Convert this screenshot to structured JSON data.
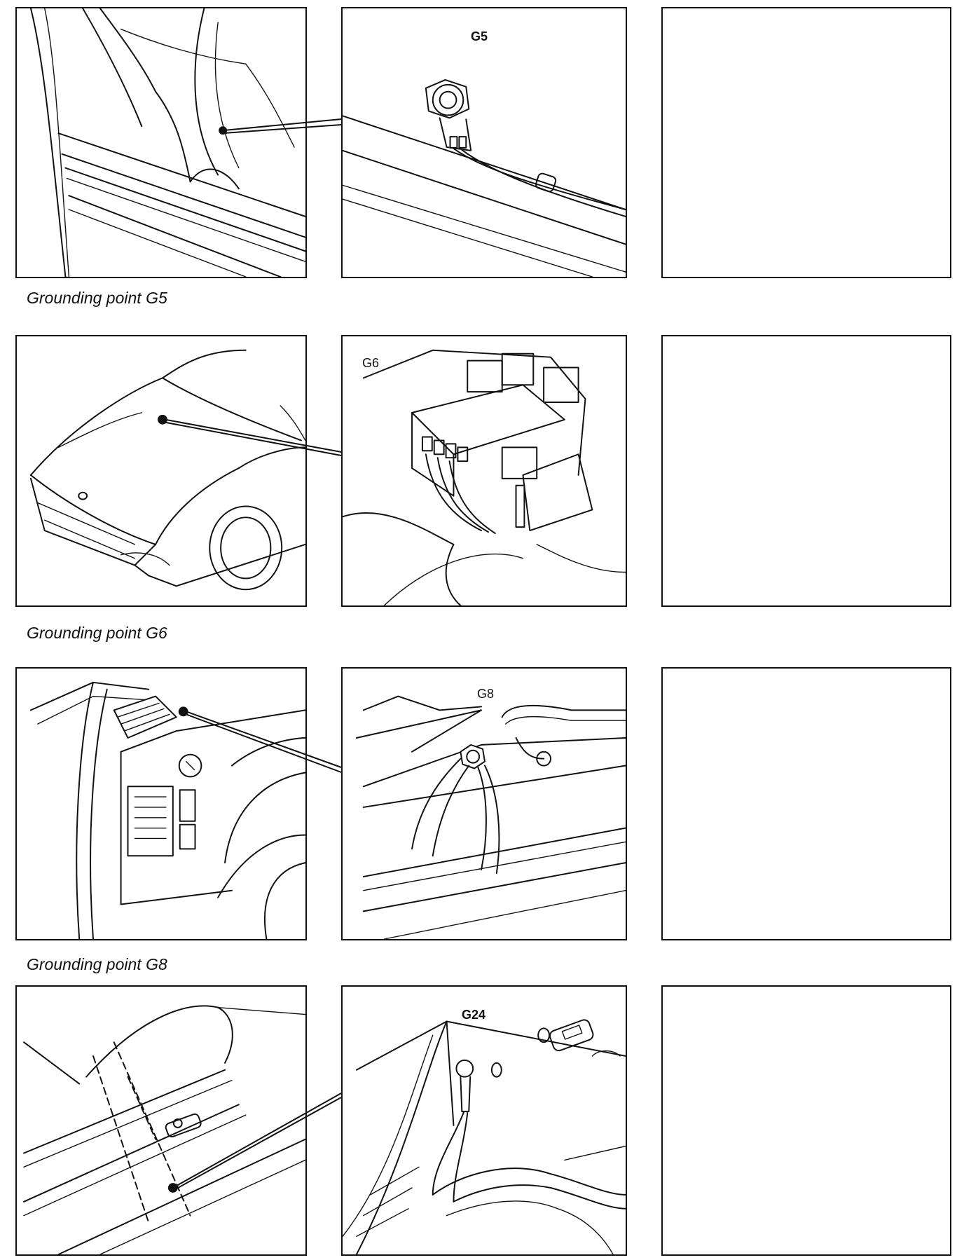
{
  "rows": [
    {
      "detail_label": "G5",
      "caption": "Grounding point G5"
    },
    {
      "detail_label": "G6",
      "caption": "Grounding point G6"
    },
    {
      "detail_label": "G8",
      "caption": "Grounding point G8"
    },
    {
      "detail_label": "G24",
      "caption": ""
    }
  ]
}
